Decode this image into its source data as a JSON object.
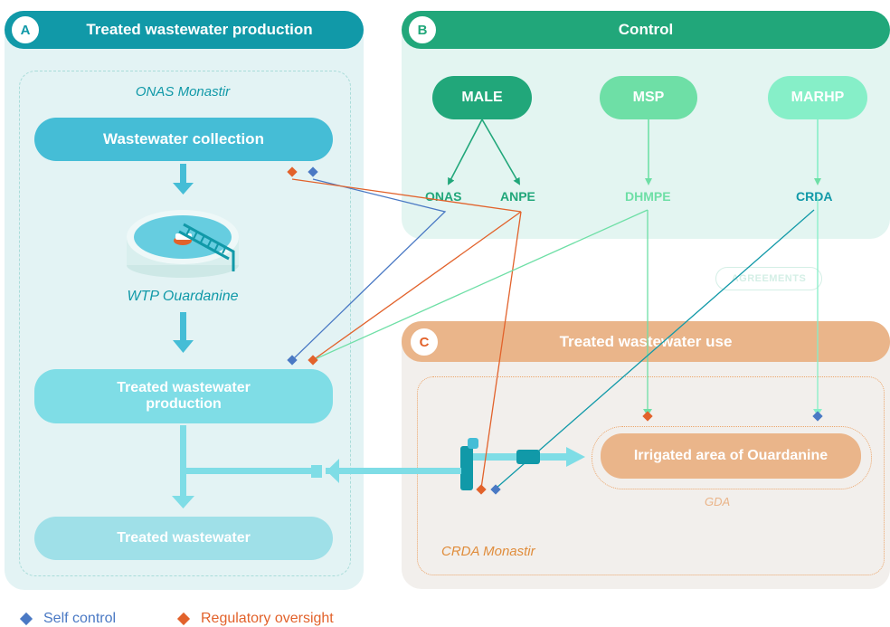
{
  "panels": {
    "a": {
      "badge": "A",
      "title": "Treated wastewater production",
      "subgroup": "ONAS Monastir",
      "plant": "WTP Ouardanine"
    },
    "b": {
      "badge": "B",
      "title": "Control"
    },
    "c": {
      "badge": "C",
      "title": "Treated wastewater use",
      "subgroup": "CRDA Monastir",
      "area_group": "GDA"
    }
  },
  "boxes": {
    "collection": "Wastewater collection",
    "production_line1": "Treated wastewater",
    "production_line2": "production",
    "treated": "Treated wastewater",
    "irrigated": "Irrigated area of Ouardanine"
  },
  "ministries": [
    "MALE",
    "MSP",
    "MARHP"
  ],
  "agencies": [
    "ONAS",
    "ANPE",
    "DHMPE",
    "CRDA"
  ],
  "agreements": "AGREEMENTS",
  "legend": {
    "self_control": "Self control",
    "regulatory": "Regulatory oversight"
  },
  "colors": {
    "teal_dark": "#1199a8",
    "teal_mid": "#45bdd6",
    "teal_light": "#7fdde6",
    "teal_pale": "#9fe0e8",
    "green_dark": "#21a77a",
    "green_mid": "#6edfa6",
    "green_light": "#86efc8",
    "peach": "#eab58a",
    "orange": "#e2622b",
    "blue": "#4a79c4",
    "panel_a_bg": "#e3f3f4",
    "panel_b_bg": "#e3f5f1",
    "panel_c_bg": "#f2efec"
  }
}
